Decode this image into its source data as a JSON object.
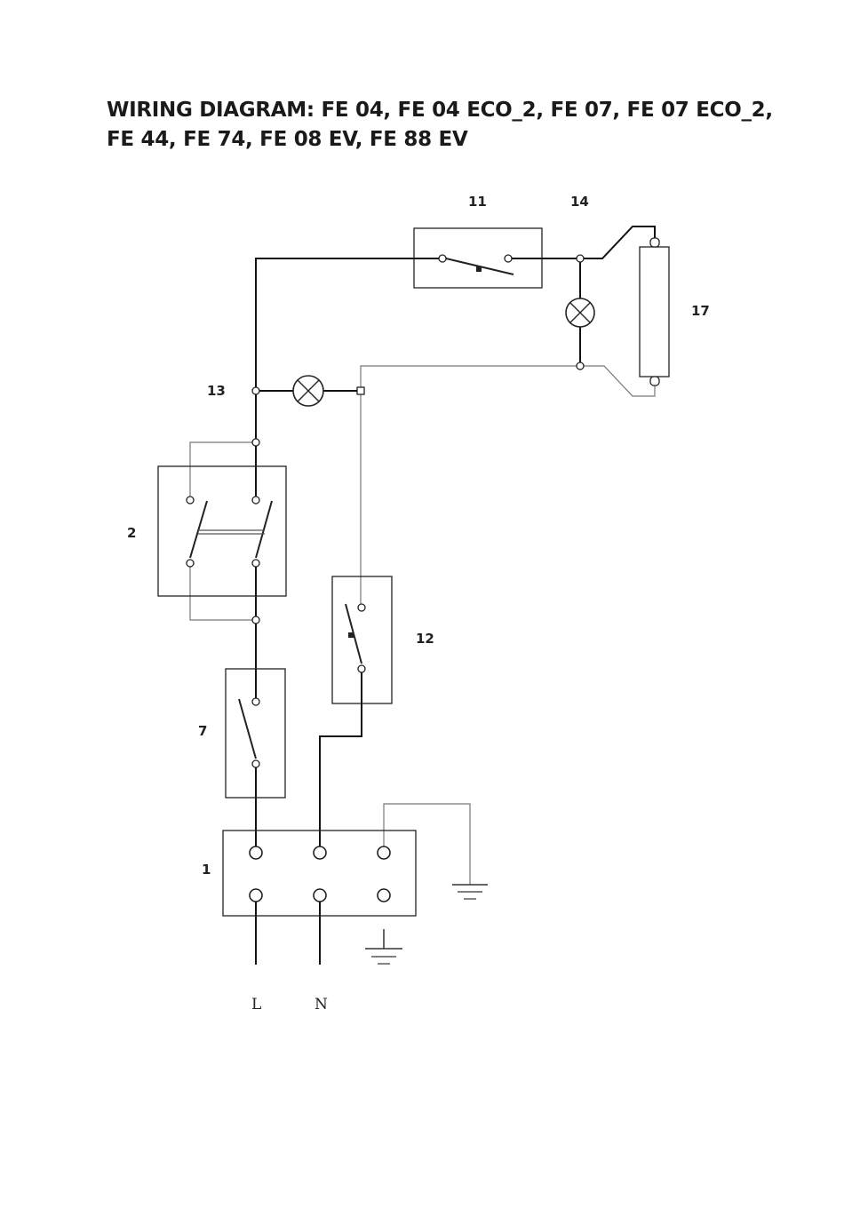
{
  "title": {
    "line1": "WIRING DIAGRAM: FE 04, FE 04 ECO_2, FE 07, FE 07 ECO_2,",
    "line2": "FE 44, FE 74, FE 08 EV, FE 88 EV"
  },
  "components": {
    "c1": "1",
    "c2": "2",
    "c7": "7",
    "c11": "11",
    "c12": "12",
    "c13": "13",
    "c14": "14",
    "c17": "17"
  },
  "supply": {
    "live": "L",
    "neutral": "N"
  }
}
